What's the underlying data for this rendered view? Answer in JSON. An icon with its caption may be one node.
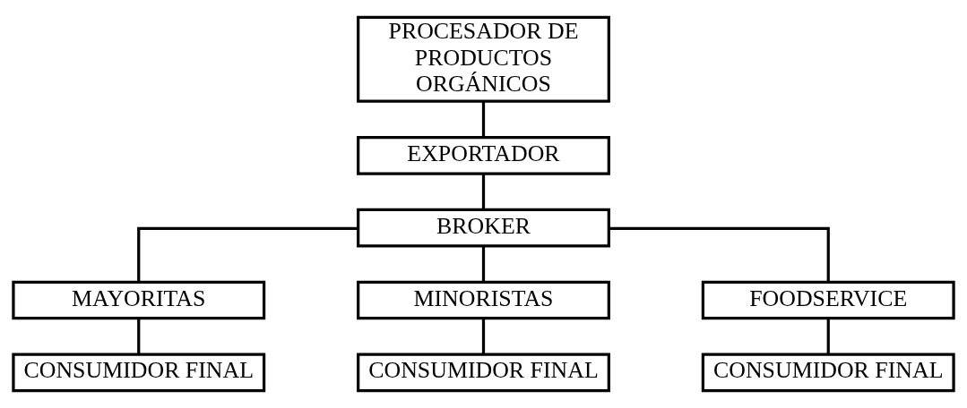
{
  "diagram": {
    "nodes": [
      {
        "text": [
          "PROCESADOR DE PRODUCTOS ORGÁNICOS"
        ]
      },
      {
        "text": [
          "EXPORTADOR"
        ]
      },
      {
        "text": [
          "BROKER"
        ]
      },
      {
        "text": [
          "MAYORITAS"
        ]
      },
      {
        "text": [
          "MINORISTAS"
        ]
      },
      {
        "text": [
          "FOODSERVICE"
        ]
      },
      {
        "text": [
          "CONSUMIDOR FINAL"
        ]
      },
      {
        "text": [
          "CONSUMIDOR FINAL"
        ]
      },
      {
        "text": [
          "CONSUMIDOR FINAL"
        ]
      }
    ],
    "edges": [
      {
        "from": 0,
        "to": 1,
        "arrow": "none"
      },
      {
        "from": 1,
        "to": 2,
        "arrow": "none"
      },
      {
        "from": 2,
        "to": 3,
        "arrow": "none"
      },
      {
        "from": 2,
        "to": 4,
        "arrow": "none"
      },
      {
        "from": 2,
        "to": 5,
        "arrow": "none"
      },
      {
        "from": 3,
        "to": 6,
        "arrow": "none"
      },
      {
        "from": 4,
        "to": 7,
        "arrow": "none"
      },
      {
        "from": 5,
        "to": 8,
        "arrow": "none"
      }
    ]
  }
}
